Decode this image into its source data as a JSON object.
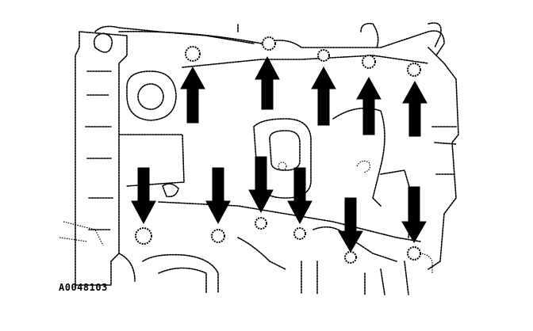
{
  "figure": {
    "id_label": "A0048103",
    "arrow_count": 11,
    "bolt_count": 11,
    "ink_color": "#000000",
    "background_color": "#ffffff"
  }
}
